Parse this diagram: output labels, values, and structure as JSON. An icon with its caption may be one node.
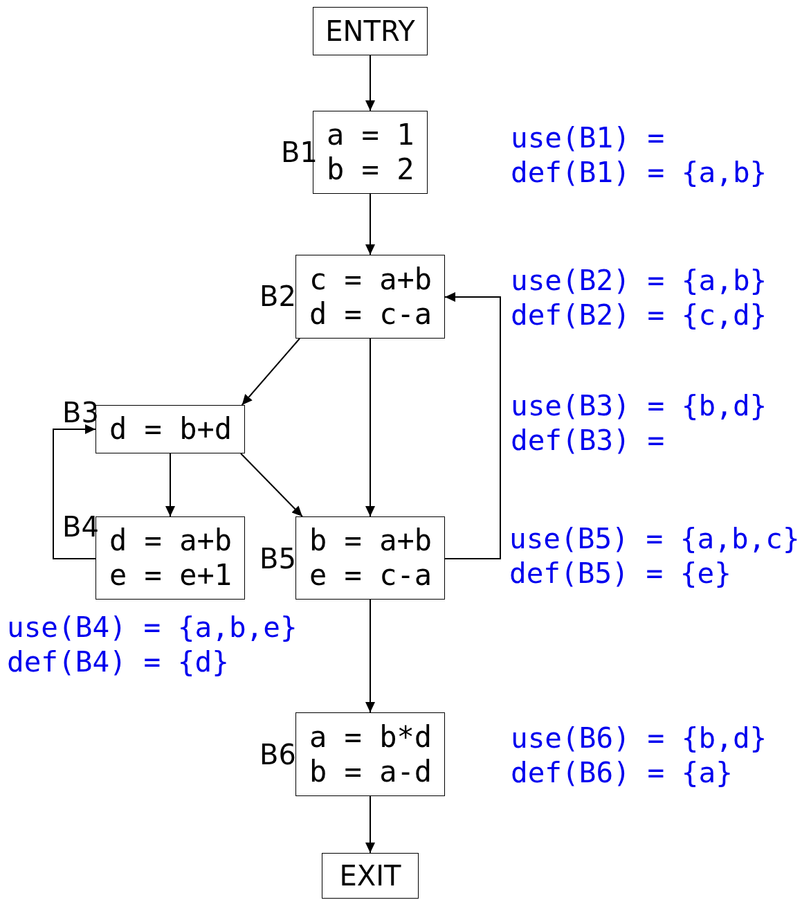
{
  "diagram": {
    "nodes": [
      {
        "text": [
          "ENTRY"
        ]
      },
      {
        "text": [
          "a = 1",
          "b = 2"
        ],
        "beside": [
          "B1"
        ]
      },
      {
        "text": [
          "c = a+b",
          "d = c-a"
        ],
        "beside": [
          "B2"
        ]
      },
      {
        "text": [
          "d = b+d"
        ],
        "beside": [
          "B3"
        ]
      },
      {
        "text": [
          "d = a+b",
          "e = e+1"
        ],
        "beside": [
          "B4"
        ]
      },
      {
        "text": [
          "b = a+b",
          "e = c-a"
        ],
        "beside": [
          "B5"
        ]
      },
      {
        "text": [
          "a = b*d",
          "b = a-d"
        ],
        "beside": [
          "B6"
        ]
      },
      {
        "text": [
          "EXIT"
        ]
      }
    ],
    "edges": [
      {
        "from": 0,
        "to": 1,
        "arrow": "to"
      },
      {
        "from": 1,
        "to": 2,
        "arrow": "to"
      },
      {
        "from": 2,
        "to": 3,
        "arrow": "to"
      },
      {
        "from": 2,
        "to": 5,
        "arrow": "to"
      },
      {
        "from": 3,
        "to": 4,
        "arrow": "to"
      },
      {
        "from": 3,
        "to": 5,
        "arrow": "to"
      },
      {
        "from": 4,
        "to": 3,
        "arrow": "to"
      },
      {
        "from": 5,
        "to": 2,
        "arrow": "to"
      },
      {
        "from": 5,
        "to": 6,
        "arrow": "to"
      },
      {
        "from": 6,
        "to": 7,
        "arrow": "to"
      }
    ],
    "labels": [
      "use(B1) =",
      "def(B1) = {a,b}",
      "use(B2) = {a,b}",
      "def(B2) = {c,d}",
      "use(B3) = {b,d}",
      "def(B3) =",
      "use(B5) = {a,b,c}",
      "def(B5) = {e}",
      "use(B4) = {a,b,e}",
      "def(B4) = {d}",
      "use(B6) = {b,d}",
      "def(B6) = {a}"
    ]
  }
}
